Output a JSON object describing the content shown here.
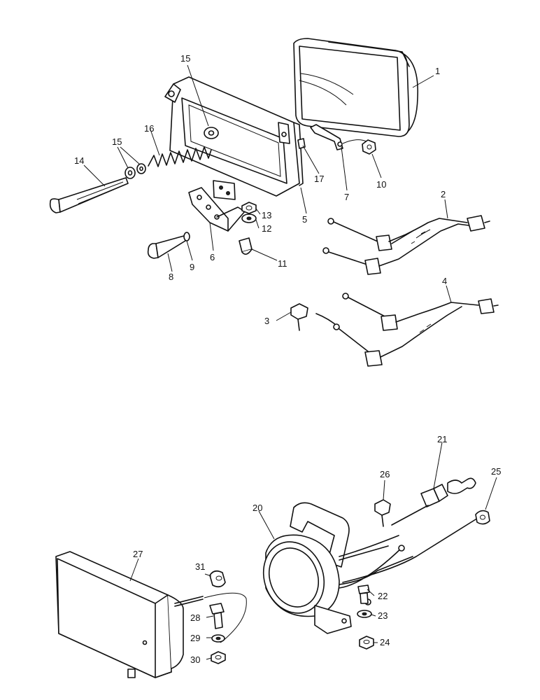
{
  "callouts": [
    "1",
    "2",
    "3",
    "4",
    "5",
    "6",
    "7",
    "8",
    "9",
    "10",
    "11",
    "12",
    "13",
    "14",
    "15",
    "15",
    "16",
    "17",
    "20",
    "21",
    "22",
    "23",
    "24",
    "25",
    "26",
    "27",
    "28",
    "29",
    "30",
    "31"
  ]
}
